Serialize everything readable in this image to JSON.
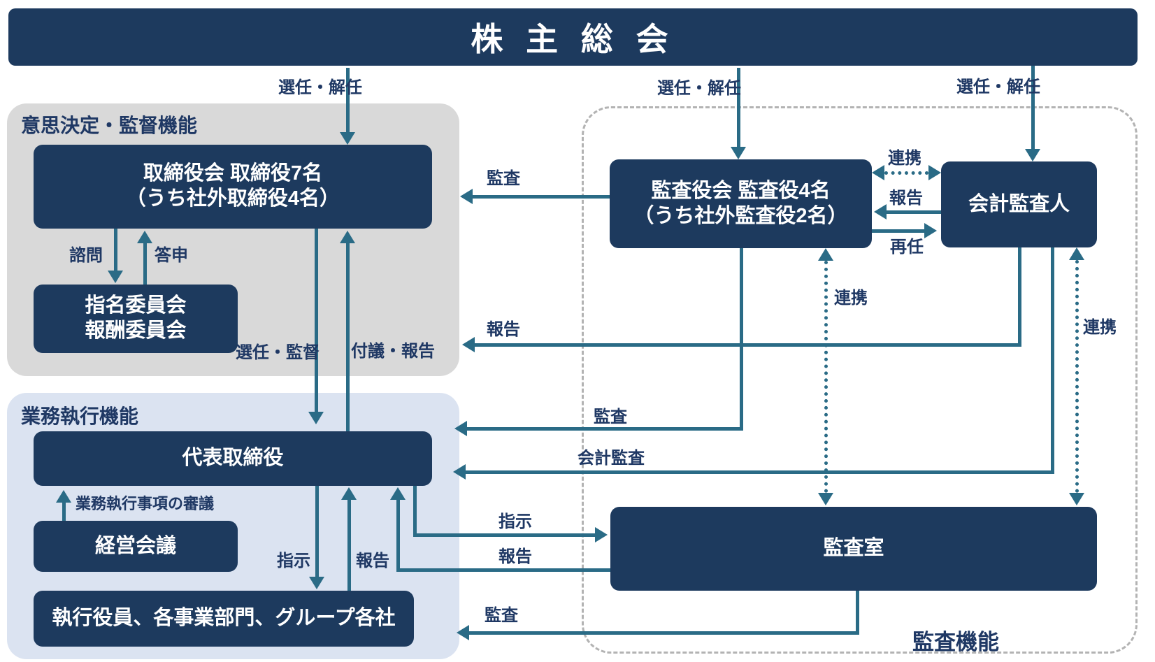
{
  "top_bar": {
    "label": "株 主 総 会"
  },
  "panels": {
    "decision": {
      "title": "意思決定・監督機能"
    },
    "execution": {
      "title": "業務執行機能"
    },
    "audit": {
      "title": "監査機能"
    }
  },
  "boxes": {
    "board_of_directors": {
      "lines": [
        "取締役会 取締役7名",
        "（うち社外取締役4名）"
      ]
    },
    "committees": {
      "lines": [
        "指名委員会",
        "報酬委員会"
      ]
    },
    "representative_director": {
      "label": "代表取締役"
    },
    "management_meeting": {
      "label": "経営会議"
    },
    "executives": {
      "label": "執行役員、各事業部門、グループ各社"
    },
    "audit_and_supervisory_board": {
      "lines": [
        "監査役会 監査役4名",
        "（うち社外監査役2名）"
      ]
    },
    "accounting_auditor": {
      "label": "会計監査人"
    },
    "audit_office": {
      "label": "監査室"
    }
  },
  "arrow_labels": {
    "appoint_dismiss": "選任・解任",
    "audit": "監査",
    "report": "報告",
    "cooperation": "連携",
    "reappointment": "再任",
    "advisory": "諮問",
    "reply": "答申",
    "appoint_supervise": "選任・監督",
    "submit_report": "付議・報告",
    "instruct": "指示",
    "accounting_audit": "会計監査",
    "execution_deliberation": "業務執行事項の審議"
  },
  "colors": {
    "box_navy": "#1d3a5e",
    "arrow_teal": "#2a6b86",
    "label_navy": "#1f3864",
    "gray_panel": "#d9d9d9",
    "blue_panel": "#dbe3f1",
    "dashed_border": "#b3b3b3",
    "box_text": "#ffffff"
  }
}
